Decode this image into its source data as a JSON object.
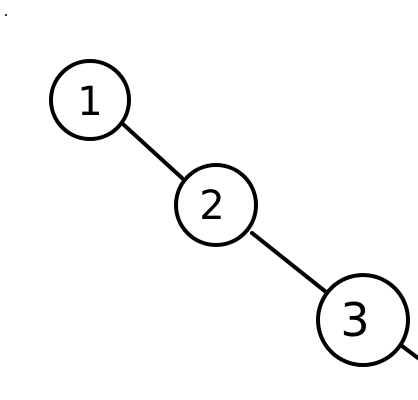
{
  "diagram": {
    "type": "tree",
    "nodes": [
      {
        "id": "n1",
        "label": "1"
      },
      {
        "id": "n2",
        "label": "2"
      },
      {
        "id": "n3",
        "label": "3"
      }
    ],
    "edges": [
      {
        "from": "n1",
        "to": "n2"
      },
      {
        "from": "n2",
        "to": "n3"
      }
    ],
    "colors": {
      "stroke": "#000000",
      "fill": "#ffffff"
    }
  }
}
